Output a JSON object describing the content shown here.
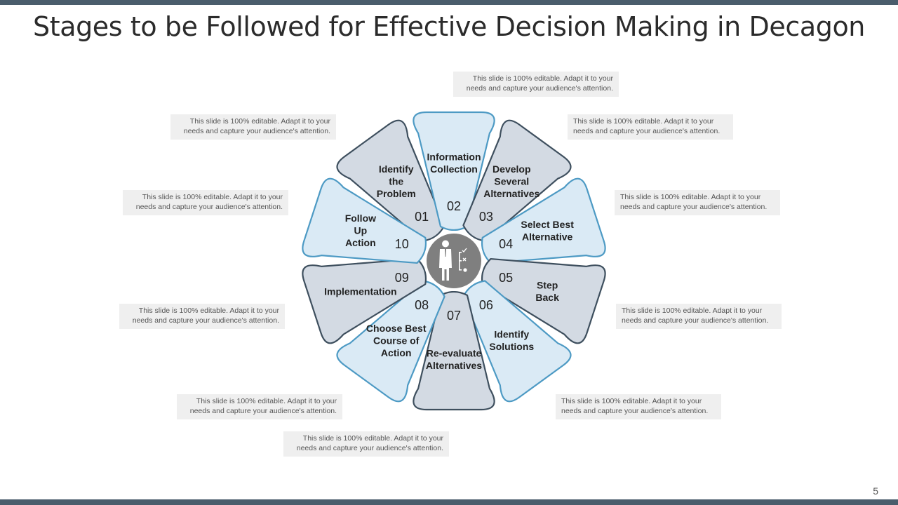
{
  "title": "Stages to be Followed for Effective Decision Making in Decagon",
  "page_number": "5",
  "colors": {
    "bar": "#4a5d6c",
    "light_fill": "#daeaf5",
    "light_stroke": "#4d9ac4",
    "dark_fill": "#d3dae3",
    "dark_stroke": "#3e4f5e",
    "center": "#7f7f7f"
  },
  "center_icon": "businessman-decision-icon",
  "stages": [
    {
      "num": "01",
      "lines": [
        "Identify",
        "the",
        "Problem"
      ]
    },
    {
      "num": "02",
      "lines": [
        "Information",
        "Collection"
      ]
    },
    {
      "num": "03",
      "lines": [
        "Develop",
        "Several",
        "Alternatives"
      ]
    },
    {
      "num": "04",
      "lines": [
        "Select Best",
        "Alternative"
      ]
    },
    {
      "num": "05",
      "lines": [
        "Step",
        "Back"
      ]
    },
    {
      "num": "06",
      "lines": [
        "Identify",
        "Solutions"
      ]
    },
    {
      "num": "07",
      "lines": [
        "Re-evaluate",
        "Alternatives"
      ]
    },
    {
      "num": "08",
      "lines": [
        "Choose Best",
        "Course of",
        "Action"
      ]
    },
    {
      "num": "09",
      "lines": [
        "Implementation"
      ]
    },
    {
      "num": "10",
      "lines": [
        "Follow",
        "Up",
        "Action"
      ]
    }
  ],
  "notes": [
    {
      "line1": "This slide is 100% editable.  Adapt it to your",
      "line2": "needs and capture your audience's attention."
    },
    {
      "line1": "This slide is 100% editable.  Adapt it to your",
      "line2": "needs and capture your audience's attention."
    },
    {
      "line1": "This slide is 100% editable.  Adapt it to your",
      "line2": "needs and capture your audience's attention."
    },
    {
      "line1": "This slide is 100% editable.  Adapt it to your",
      "line2": "needs and capture your audience's attention."
    },
    {
      "line1": "This slide is 100% editable.  Adapt it to your",
      "line2": "needs and capture your audience's attention."
    },
    {
      "line1": "This slide is 100% editable.  Adapt it to your",
      "line2": "needs and capture your audience's attention."
    },
    {
      "line1": "This slide is 100% editable.  Adapt it to your",
      "line2": "needs and capture your audience's attention."
    },
    {
      "line1": "This slide is 100% editable.  Adapt it to your",
      "line2": "needs and capture your audience's attention."
    },
    {
      "line1": "This slide is 100% editable.  Adapt it to your",
      "line2": "needs and capture your audience's attention."
    },
    {
      "line1": "This slide is 100% editable.  Adapt it to your",
      "line2": "needs and capture your audience's attention."
    }
  ]
}
